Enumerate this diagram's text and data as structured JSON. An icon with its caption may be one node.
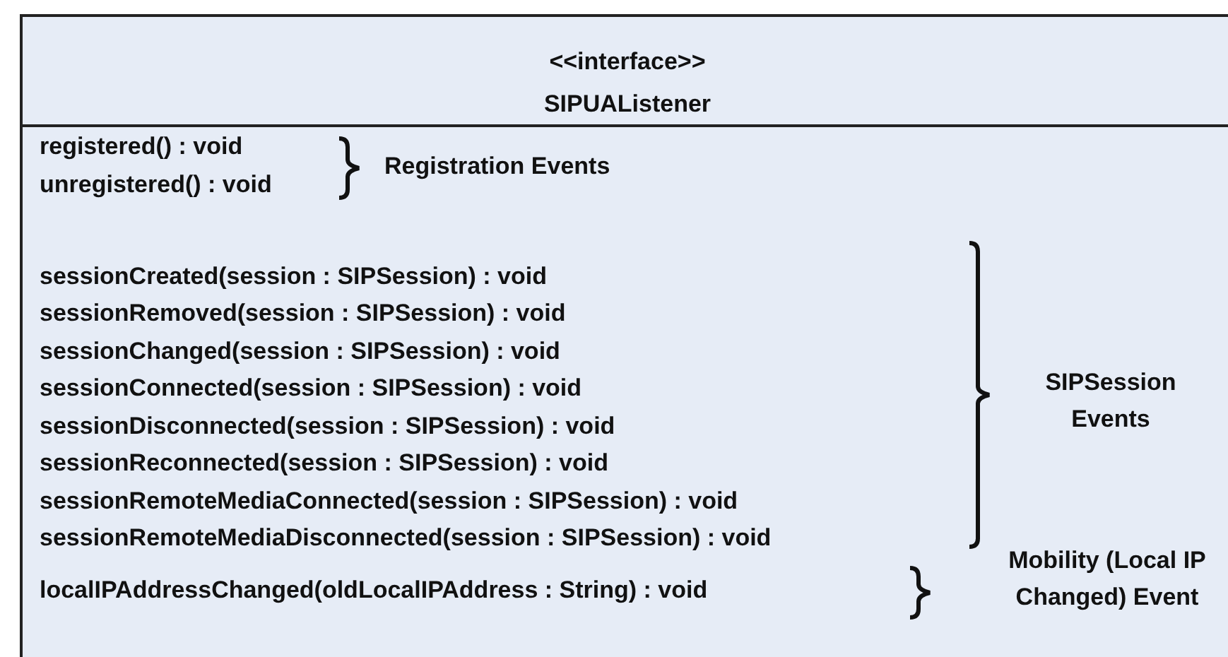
{
  "diagram": {
    "nodes": [
      {
        "text": [
          "<<interface>>",
          "SIPUAListener"
        ]
      }
    ],
    "edges": [],
    "labels": [
      "registered() : void",
      "unregistered() : void",
      "Registration Events",
      "sessionCreated(session : SIPSession) : void",
      "sessionRemoved(session : SIPSession) : void",
      "sessionChanged(session : SIPSession) : void",
      "sessionConnected(session : SIPSession) : void",
      "sessionDisconnected(session : SIPSession) : void",
      "sessionReconnected(session : SIPSession) : void",
      "sessionRemoteMediaConnected(session : SIPSession) : void",
      "sessionRemoteMediaDisconnected(session : SIPSession) : void",
      "SIPSession Events",
      "localIPAddressChanged(oldLocalIPAddress : String) : void",
      "Mobility (Local IP Changed) Event"
    ]
  }
}
